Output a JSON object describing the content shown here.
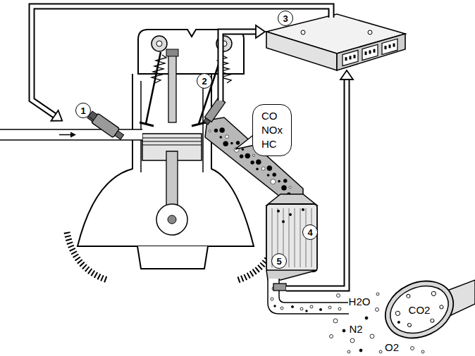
{
  "diagram": {
    "nodes": [
      {
        "text": [
          "CO NOx HC"
        ]
      },
      {
        "text": [
          "CO2"
        ]
      }
    ],
    "labels": [
      "1",
      "2",
      "3",
      "4",
      "5",
      "H2O",
      "N2",
      "O2"
    ]
  }
}
